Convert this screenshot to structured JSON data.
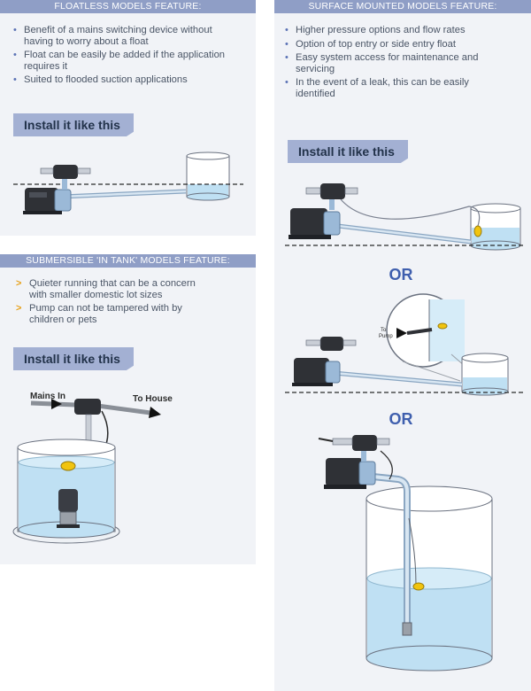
{
  "floatless": {
    "header": "FLOATLESS MODELS FEATURE:",
    "bullets": [
      "Benefit of a mains switching device without having to worry about a float",
      "Float can be easily be added if the application requires it",
      "Suited to flooded suction applications"
    ],
    "install_label": "Install it like this"
  },
  "submersible": {
    "header": "SUBMERSIBLE 'IN TANK' MODELS FEATURE:",
    "bullets": [
      "Quieter running that can be a concern with smaller domestic lot sizes",
      "Pump can not be tampered with by children or pets"
    ],
    "install_label": "Install it like this",
    "diagram": {
      "mains_in": "Mains In",
      "to_house": "To House"
    }
  },
  "surface": {
    "header": "SURFACE MOUNTED MODELS FEATURE:",
    "bullets": [
      "Higher pressure options and flow rates",
      "Option of top entry or side entry float",
      "Easy system access for maintenance and servicing",
      "In the event of a leak, this can be easily identified"
    ],
    "install_label": "Install it like this",
    "or_label": "OR",
    "or_label_2": "OR",
    "diagram": {
      "to_pump": "To\nPump"
    }
  },
  "colors": {
    "header_bg": "#8f9ec6",
    "panel_bg": "#f1f3f7",
    "install_bg": "#a3b0d3",
    "or_text": "#3f5fae",
    "water": "#bfe0f3",
    "arrow_bullet": "#e7a11b"
  }
}
